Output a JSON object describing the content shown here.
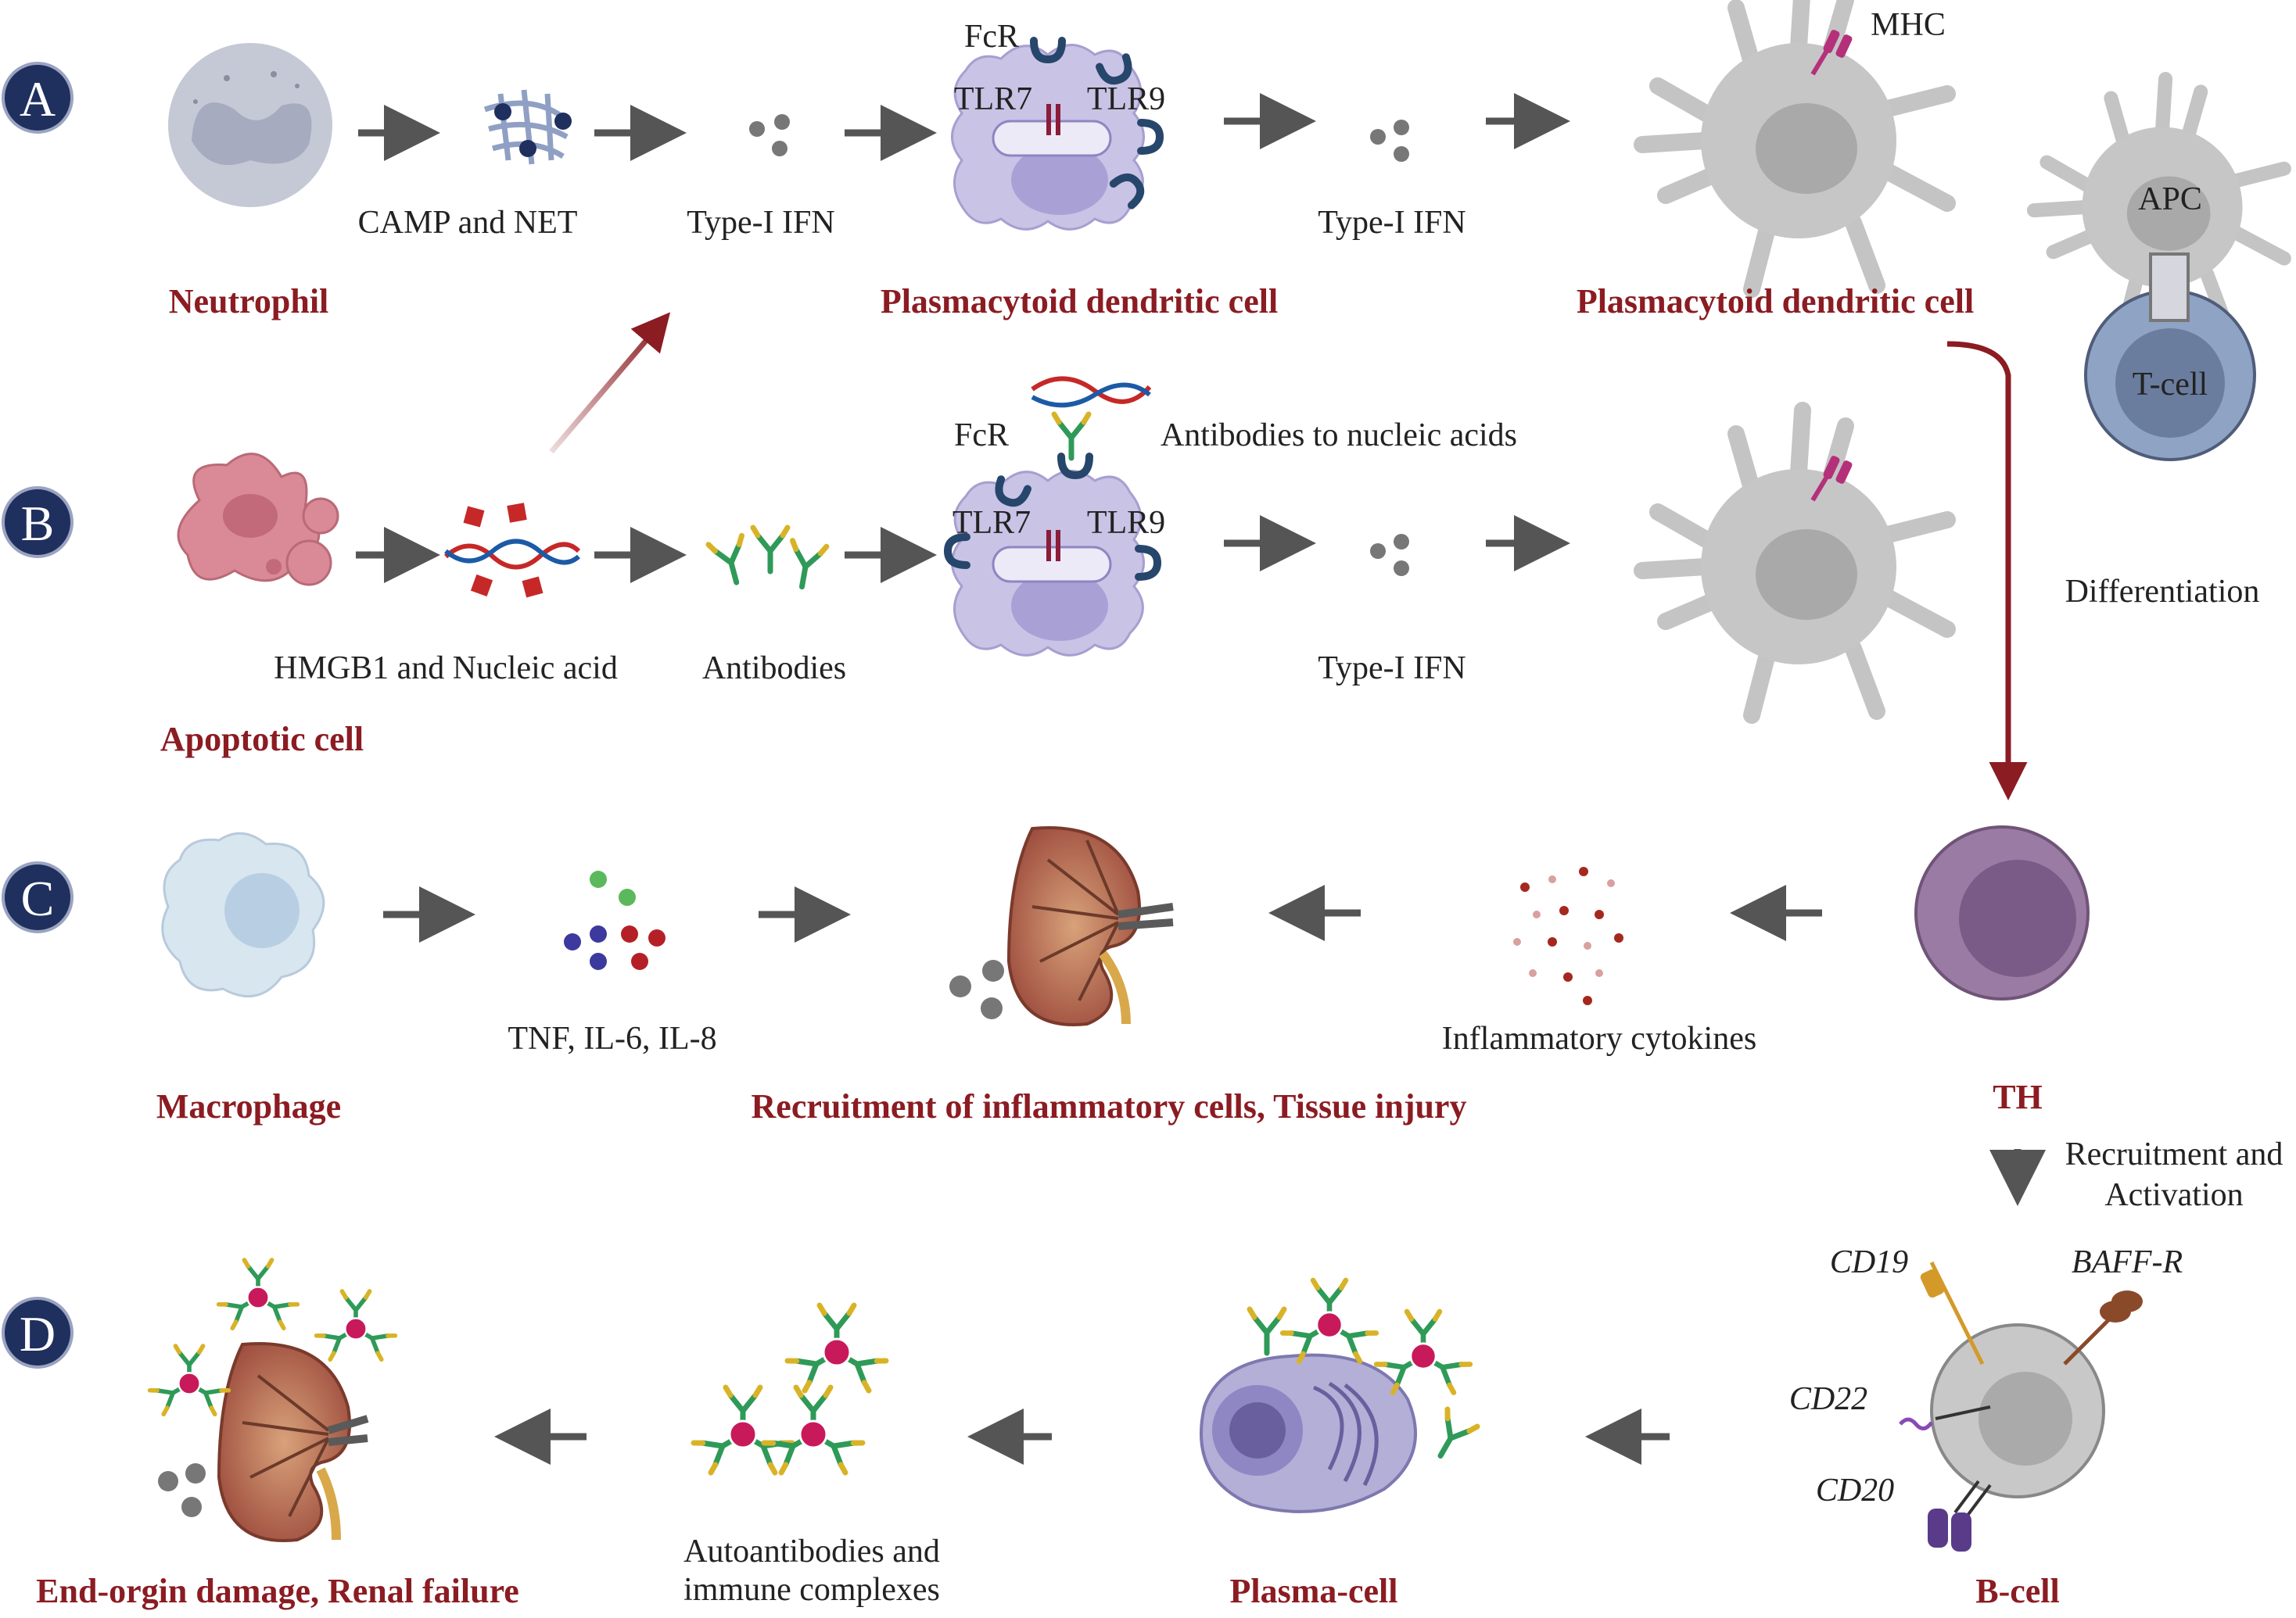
{
  "rows": {
    "A": {
      "badge": "A"
    },
    "B": {
      "badge": "B"
    },
    "C": {
      "badge": "C"
    },
    "D": {
      "badge": "D"
    }
  },
  "labels": {
    "neutrophil": "Neutrophil",
    "camp_net": "CAMP and NET",
    "type1_ifn_a1": "Type-I IFN",
    "fcr_a": "FcR",
    "tlr7_a": "TLR7",
    "tlr9_a": "TLR9",
    "pdc_a1": "Plasmacytoid dendritic cell",
    "type1_ifn_a2": "Type-I IFN",
    "mhc": "MHC",
    "pdc_a2": "Plasmacytoid dendritic cell",
    "apc": "APC",
    "tcell": "T-cell",
    "differentiation": "Differentiation",
    "apoptotic": "Apoptotic cell",
    "hmgb1": "HMGB1 and Nucleic acid",
    "antibodies": "Antibodies",
    "fcr_b": "FcR",
    "tlr7_b": "TLR7",
    "tlr9_b": "TLR9",
    "ab_nucleic": "Antibodies to nucleic acids",
    "type1_ifn_b": "Type-I IFN",
    "macrophage": "Macrophage",
    "tnf": "TNF, IL-6, IL-8",
    "recruitment": "Recruitment of inflammatory cells, Tissue injury",
    "inflam_cyto": "Inflammatory cytokines",
    "th": "TH",
    "recruit_act_1": "Recruitment and",
    "recruit_act_2": "Activation",
    "cd19": "CD19",
    "baffr": "BAFF-R",
    "cd22": "CD22",
    "cd20": "CD20",
    "bcell": "B-cell",
    "plasma": "Plasma-cell",
    "auto_1": "Autoantibodies and",
    "auto_2": "immune complexes",
    "endorgan": "End-orgin damage, Renal failure"
  },
  "colors": {
    "badge": "#1f2f5e",
    "caption": "#8b1c22",
    "arrow": "#555555",
    "accent_arrow": "#8b1c22",
    "pdc_purple": "#c9c3e6",
    "gray_cell": "#c8c8c8",
    "tcell_blue": "#8fa3c4",
    "th_purple": "#9a7ba4",
    "apoptotic_pink": "#d98a96",
    "macrophage_blue": "#d8e6f0",
    "kidney_brown": "#b56b4f",
    "plasma_lilac": "#b4afd6"
  },
  "icons": [
    "fcr-receptor-icon",
    "tlr-receptor-icon",
    "antibody-icon",
    "dna-icon",
    "mhc-icon",
    "cytokine-dot-icon",
    "kidney-icon"
  ]
}
